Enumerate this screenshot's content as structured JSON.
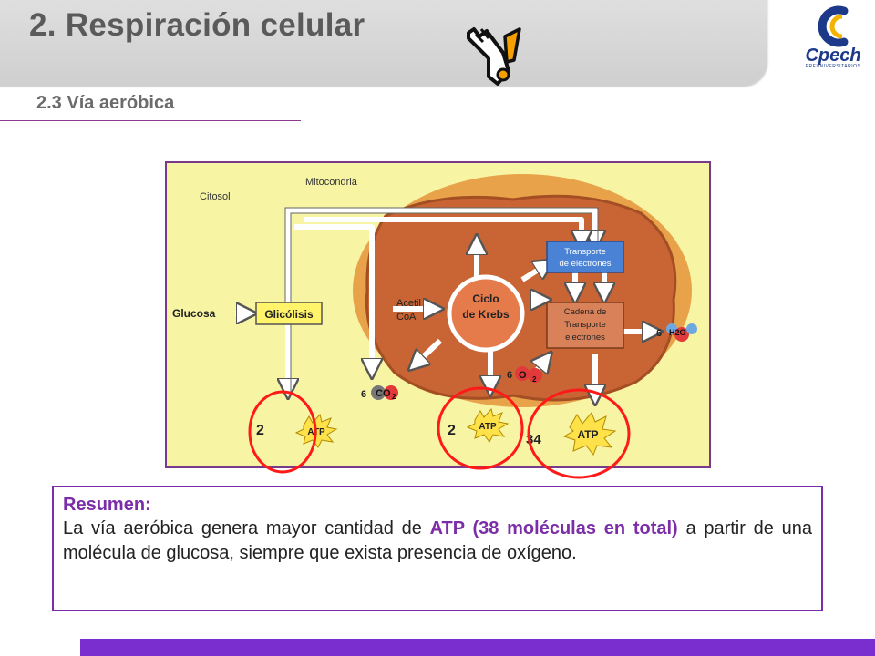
{
  "header": {
    "title": "2. Respiración celular",
    "subtitle": "2.3 Vía aeróbica"
  },
  "logo": {
    "text": "Cpech",
    "sub": "PREUNIVERSITARIOS"
  },
  "diagram": {
    "citosol": "Citosol",
    "mitocondria": "Mitocondria",
    "glucosa": "Glucosa",
    "glicolisis": "Glicólisis",
    "acetil": "Acetil",
    "coa": "CoA",
    "ciclo_1": "Ciclo",
    "ciclo_2": "de Krebs",
    "transporte_1": "Transporte",
    "transporte_2": "de electrones",
    "cadena_1": "Cadena de",
    "cadena_2": "Transporte",
    "cadena_3": "electrones",
    "co2_coef": "6",
    "co2": "CO",
    "co2_sub": "2",
    "o2_coef": "6",
    "o2": "O",
    "o2_sub": "2",
    "h2o_coef": "6",
    "h2o": "H2O",
    "atp": "ATP",
    "atp_count_1": "2",
    "atp_count_2": "2",
    "atp_count_3": "34"
  },
  "summary": {
    "title": "Resumen:",
    "text_1": "La vía aeróbica genera mayor cantidad de ",
    "highlight": "ATP (38 moléculas en total)",
    "text_2": " a partir de una molécula de glucosa, siempre que exista presencia de oxígeno."
  }
}
